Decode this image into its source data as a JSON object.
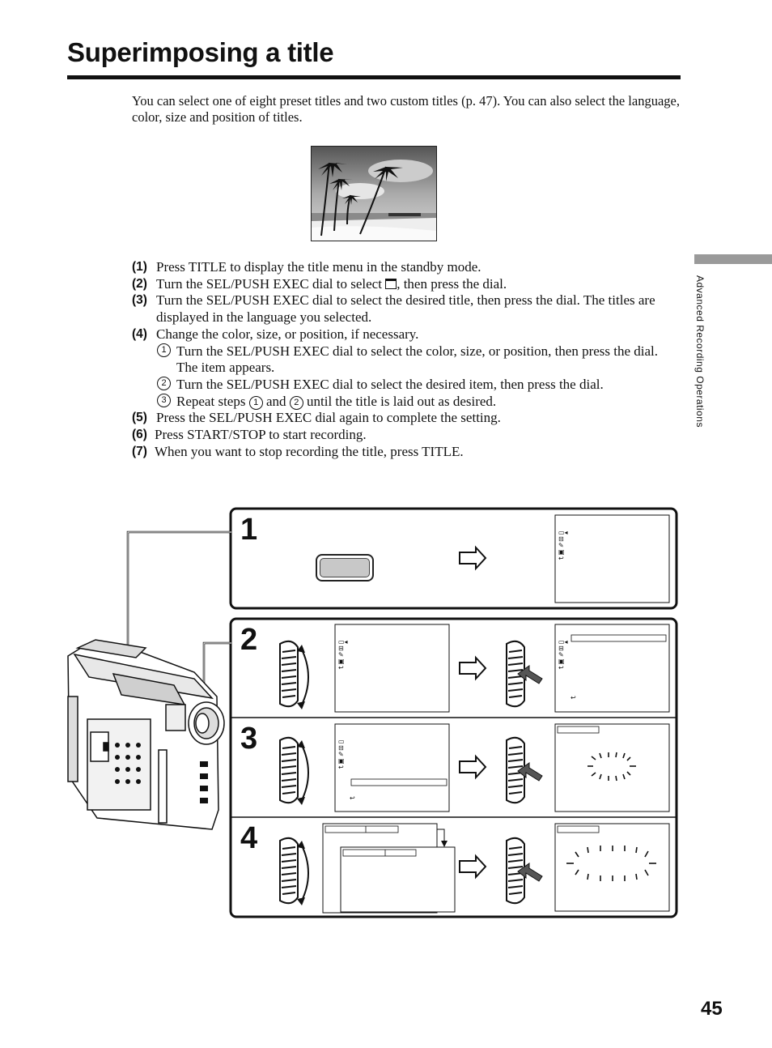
{
  "page": {
    "title": "Superimposing a title",
    "intro": "You can select one of eight preset titles and two custom titles (p. 47). You can also select the language, color, size and position of titles.",
    "section_label": "Advanced Recording Operations",
    "page_number": "45"
  },
  "steps": {
    "s1": {
      "num": "(1)",
      "text": "Press TITLE to display the title menu in the standby mode."
    },
    "s2": {
      "num": "(2)",
      "text_a": "Turn the SEL/PUSH EXEC dial to select",
      "text_b": ", then press the dial."
    },
    "s3": {
      "num": "(3)",
      "text": "Turn the SEL/PUSH EXEC dial to select the desired title, then press the dial. The titles are displayed in the language you selected."
    },
    "s4": {
      "num": "(4)",
      "text": "Change the color, size, or position, if necessary."
    },
    "s4a": {
      "mark": "1",
      "text": "Turn the SEL/PUSH EXEC dial to select the color, size, or position, then press the dial. The item appears."
    },
    "s4b": {
      "mark": "2",
      "text": "Turn the SEL/PUSH EXEC dial to select the desired item, then press the dial."
    },
    "s4c": {
      "mark": "3",
      "text_a": "Repeat steps",
      "m1": "1",
      "text_b": "and",
      "m2": "2",
      "text_c": "until the title is laid out as desired."
    },
    "s5": {
      "num": "(5)",
      "text": "Press the SEL/PUSH EXEC dial again to complete the setting."
    },
    "s6": {
      "num": "(6)",
      "text": "Press START/STOP to start recording."
    },
    "s7": {
      "num": "(7)",
      "text": "When you want to stop recording the title, press TITLE."
    }
  },
  "diagram": {
    "panel_numbers": [
      "1",
      "2",
      "3",
      "4"
    ],
    "icons": [
      "title-button",
      "arrow-right-icon",
      "sel-push-exec-dial",
      "menu-screen",
      "camcorder"
    ]
  }
}
